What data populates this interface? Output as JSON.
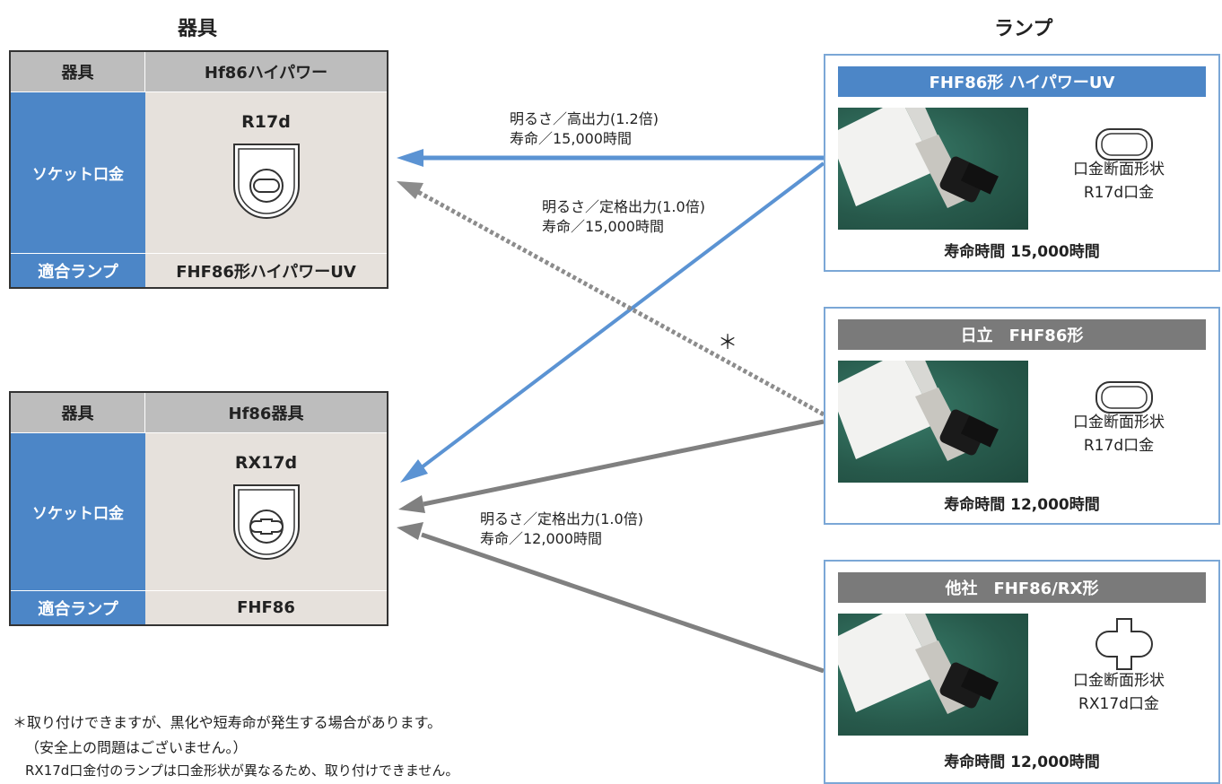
{
  "headers": {
    "fixture": "器具",
    "lamp": "ランプ"
  },
  "fixtures": [
    {
      "col1": "器具",
      "col2": "Hf86ハイパワー",
      "socket_label": "ソケット口金",
      "socket_code": "R17d",
      "fit_label": "適合ランプ",
      "fit_value": "FHF86形ハイパワーUV"
    },
    {
      "col1": "器具",
      "col2": "Hf86器具",
      "socket_label": "ソケット口金",
      "socket_code": "RX17d",
      "fit_label": "適合ランプ",
      "fit_value": "FHF86"
    }
  ],
  "lamps": [
    {
      "title": "FHF86形 ハイパワーUV",
      "title_color": "#4c86c7",
      "shape_label": "口金断面形状",
      "shape_code": "R17d口金",
      "life": "寿命時間 15,000時間"
    },
    {
      "title": "日立　FHF86形",
      "title_color": "#7a7a7a",
      "shape_label": "口金断面形状",
      "shape_code": "R17d口金",
      "life": "寿命時間 12,000時間"
    },
    {
      "title": "他社　FHF86/RX形",
      "title_color": "#7a7a7a",
      "shape_label": "口金断面形状",
      "shape_code": "RX17d口金",
      "life": "寿命時間 12,000時間"
    }
  ],
  "annotations": {
    "a1_line1": "明るさ／高出力(1.2倍)",
    "a1_line2": "寿命／15,000時間",
    "a2_line1": "明るさ／定格出力(1.0倍)",
    "a2_line2": "寿命／15,000時間",
    "a3_line1": "明るさ／定格出力(1.0倍)",
    "a3_line2": "寿命／12,000時間",
    "asterisk": "＊"
  },
  "notes": {
    "line1": "＊取り付けできますが、黒化や短寿命が発生する場合があります。",
    "line2": "（安全上の問題はございません。）",
    "line3": "RX17d口金付のランプは口金形状が異なるため、取り付けできません。"
  },
  "colors": {
    "blue_arrow": "#5b93d3",
    "gray_arrow": "#808080",
    "dotted_arrow": "#8c8c8c"
  }
}
